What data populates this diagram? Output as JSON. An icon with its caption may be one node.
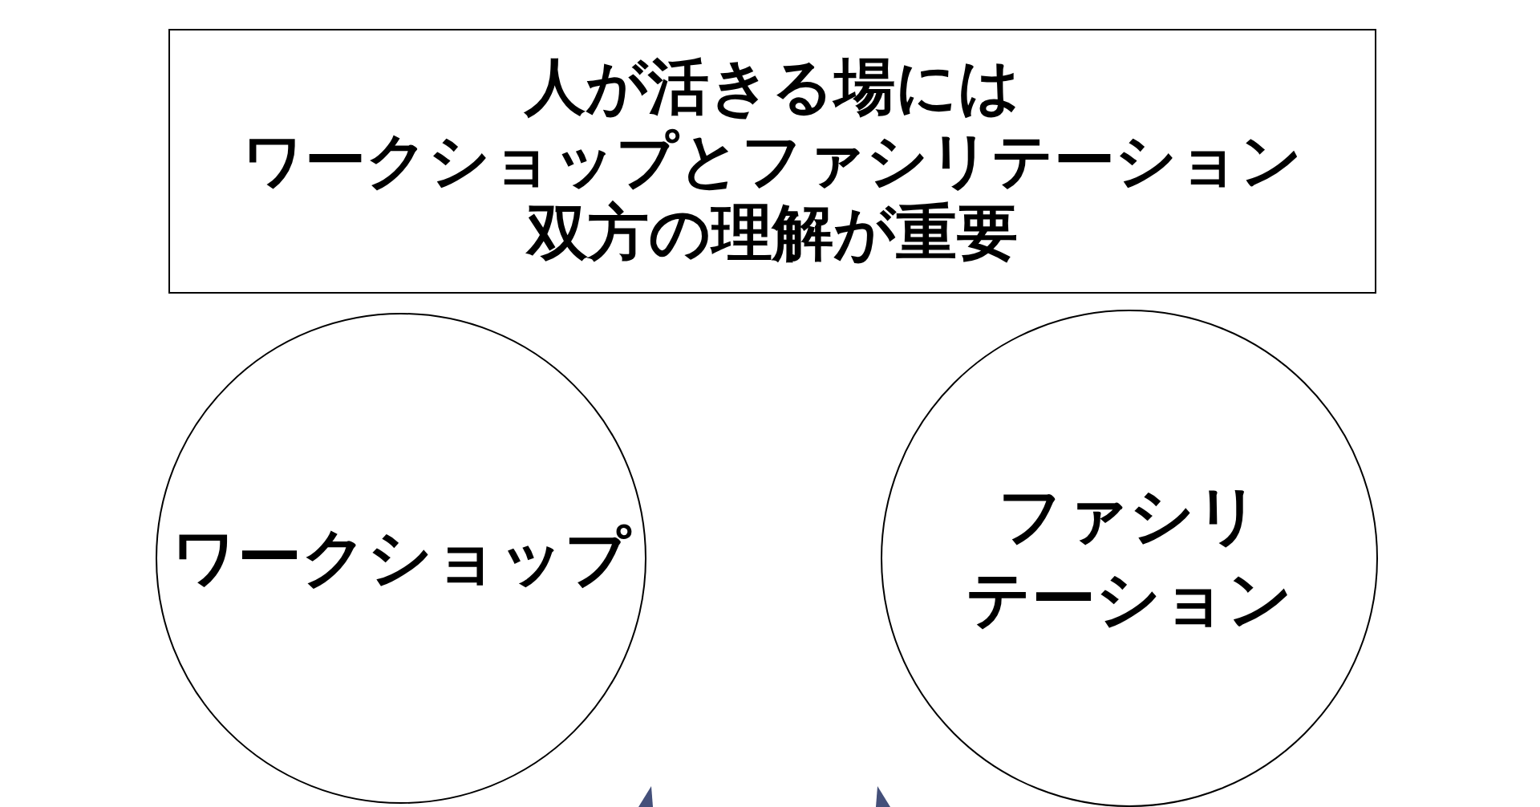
{
  "diagram": {
    "nodes": [
      {
        "text": [
          "人が活きる場にはワークショップとファシリテーション双方の理解が重要"
        ]
      },
      {
        "text": [
          "ワークショップ"
        ]
      },
      {
        "text": [
          "ファシリテーション"
        ]
      }
    ]
  }
}
